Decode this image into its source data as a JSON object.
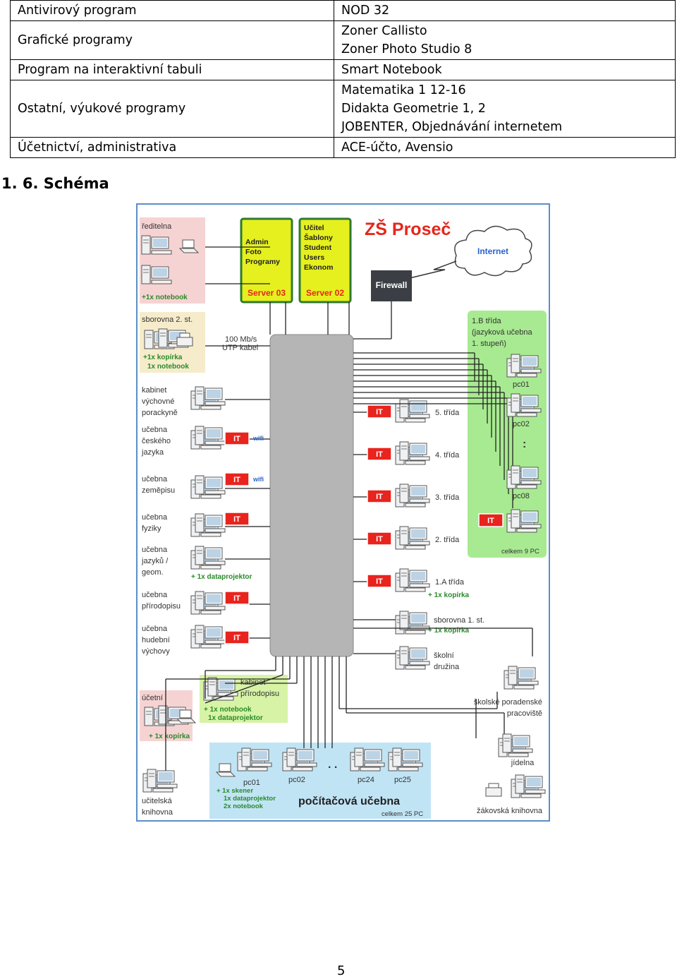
{
  "software_table": {
    "rows": [
      {
        "category": "Antivirový program",
        "items": [
          "NOD 32"
        ]
      },
      {
        "category": "Grafické programy",
        "items": [
          "Zoner Callisto",
          "Zoner Photo Studio 8"
        ]
      },
      {
        "category": "Program na interaktivní tabuli",
        "items": [
          "Smart Notebook"
        ]
      },
      {
        "category": "Ostatní, výukové programy",
        "items": [
          "Matematika 1 12-16",
          "Didakta Geometrie 1, 2",
          "JOBENTER, Objednávání internetem"
        ]
      },
      {
        "category": "Účetnictví, administrativa",
        "items": [
          "ACE-účto, Avensio"
        ]
      }
    ]
  },
  "section_heading": "1. 6. Schéma",
  "page_number": "5",
  "diagram": {
    "school_title": "ZŠ Proseč",
    "internet": "Internet",
    "firewall": "Firewall",
    "server03": {
      "lines": [
        "Admin",
        "Foto",
        "Programy"
      ],
      "name": "Server 03"
    },
    "server02": {
      "lines": [
        "Učitel",
        "Šablony",
        "Student",
        "Users",
        "Ekonom"
      ],
      "name": "Server 02"
    },
    "cable_label": [
      "100 Mb/s",
      "UTP kabel"
    ],
    "it": "IT",
    "wifi": "wifi",
    "reditelna": {
      "label": "ředitelna",
      "note": "+1x notebook"
    },
    "sborovna2": {
      "label": "sborovna 2. st.",
      "notes": [
        "+1x kopírka",
        "1x notebook"
      ]
    },
    "left_rooms": [
      {
        "lines": [
          "kabinet",
          "výchovné",
          "porackyně"
        ]
      },
      {
        "lines": [
          "učebna",
          "českého",
          "jazyka"
        ]
      },
      {
        "lines": [
          "učebna",
          "zeměpisu"
        ]
      },
      {
        "lines": [
          "učebna",
          "fyziky"
        ]
      },
      {
        "lines": [
          "učebna",
          "jazyků /",
          "geom."
        ]
      },
      {
        "lines": [
          "učebna",
          "přírodopisu"
        ]
      },
      {
        "lines": [
          "učebna",
          "hudební",
          "výchovy"
        ]
      }
    ],
    "dataprojektor_note": "+ 1x dataprojektor",
    "right_classes": [
      "5. třída",
      "4. třída",
      "3. třída",
      "2. třída",
      "1.A třída"
    ],
    "class_1a_note": "+ 1x kopírka",
    "sborovna1": {
      "label": "sborovna 1. st.",
      "note": "+ 1x kopírka"
    },
    "druzina": [
      "školní",
      "družina"
    ],
    "poradenske": [
      "školské poradenské",
      "pracoviště"
    ],
    "jidelna": "jídelna",
    "zakovska": "žákovská knihovna",
    "ucitelska": [
      "učitelská",
      "knihovna"
    ],
    "ucetni": {
      "label": "účetní",
      "note": "+ 1x kopírka"
    },
    "kabinet_prir": {
      "lines": [
        "kabinet",
        "přírodopisu"
      ],
      "notes": [
        "+ 1x notebook",
        "1x dataprojektor"
      ]
    },
    "classroom_1b": {
      "lines": [
        "1.B třída",
        "(jazyková učebna",
        "1. stupeň)"
      ],
      "pcs": [
        "pc01",
        "pc02",
        ":",
        "pc08"
      ],
      "total": "celkem 9 PC"
    },
    "computer_lab": {
      "pcs": [
        "pc01",
        "pc02",
        "pc24",
        "pc25"
      ],
      "dots": ". .",
      "notes": [
        "+ 1x skener",
        "1x dataprojektor",
        "2x notebook"
      ],
      "title": "počítačová učebna",
      "total": "celkem 25 PC"
    },
    "colors": {
      "server_yellow": "#e6f01e",
      "server_border": "#2f7a2f",
      "server_name": "#e5261c",
      "title_red": "#e5261c",
      "firewall": "#3b3f45",
      "switch": "#b5b5b5",
      "zone_pink": "#f6d3d3",
      "zone_tan": "#f6eccb",
      "zone_green": "#a8ea91",
      "zone_lightgreen": "#d7f3a6",
      "zone_blue": "#c1e4f5",
      "it_red": "#e9231d",
      "note_green": "#2a8a2a",
      "frame": "#5b8fc7"
    }
  }
}
